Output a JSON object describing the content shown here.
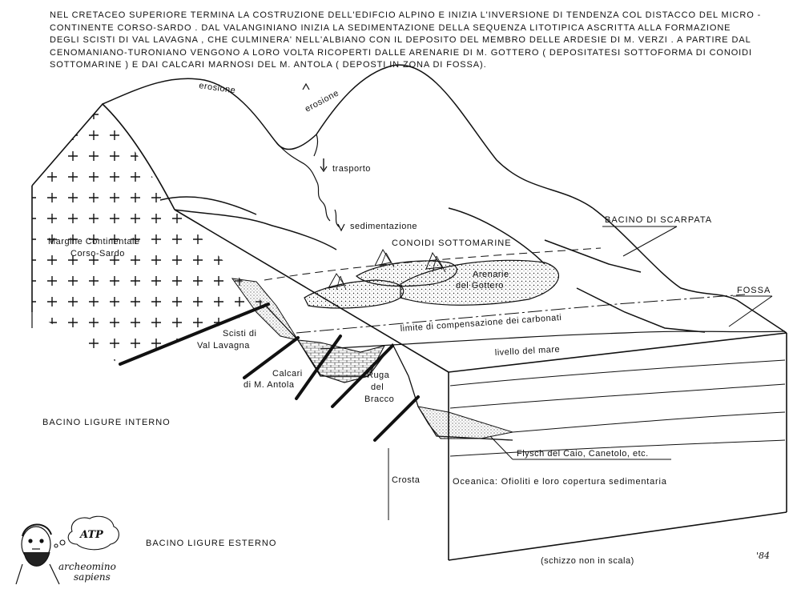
{
  "intro_lines": [
    "NEL CRETACEO SUPERIORE TERMINA LA COSTRUZIONE DELL'EDIFCIO ALPINO E INIZIA  L'INVERSIONE DI TENDENZA COL DISTACCO DEL MICRO -",
    "CONTINENTE CORSO-SARDO .  DAL VALANGINIANO INIZIA LA SEDIMENTAZIONE DELLA SEQUENZA LITOTIPICA ASCRITTA ALLA FORMAZIONE",
    "DEGLI SCISTI  DI VAL LAVAGNA , CHE CULMINERA' NELL'ALBIANO CON IL DEPOSITO DEL MEMBRO DELLE ARDESIE DI M. VERZI . A PARTIRE  DAL",
    "CENOMANIANO-TURONIANO VENGONO A LORO VOLTA RICOPERTI  DALLE ARENARIE DI M. GOTTERO ( DEPOSITATESI SOTTOFORMA  DI  CONOIDI",
    "SOTTOMARINE ) E DAI CALCARI  MARNOSI DEL M. ANTOLA ( DEPOSTI  IN ZONA  DI  FOSSA)."
  ],
  "labels": {
    "erosione_1": "erosione",
    "erosione_2": "erosione",
    "trasporto": "trasporto",
    "sedimentazione": "sedimentazione",
    "conoidi": "CONOIDI  SOTTOMARINE",
    "arenarie_1": "Arenarie",
    "arenarie_2": "del Gottero",
    "margine_1": "Margine Continentale",
    "margine_2": "Corso-Sardo",
    "bacino_scarpata": "BACINO  DI  SCARPATA",
    "fossa": "FOSSA",
    "limite": "limite di compensazione dei carbonati",
    "scisti_1": "Scisti di",
    "scisti_2": "Val Lavagna",
    "livello": "livello   del   mare",
    "calcari_1": "Calcari",
    "calcari_2": "di M. Antola",
    "ruga_1": "Ruga",
    "ruga_2": "del",
    "ruga_3": "Bracco",
    "bacino_interno": "BACINO  LIGURE  INTERNO",
    "flysch": "Flysch del Caio, Canetolo, etc.",
    "crosta": "Crosta",
    "oceanica": "Oceanica:  Ofioliti  e  loro  copertura  sedimentaria",
    "bacino_esterno": "BACINO  LIGURE  ESTERNO",
    "schizzo": "(schizzo  non  in  scala)",
    "signature": "'84",
    "logo_1": "archeomino",
    "logo_2": "sapiens",
    "logo_badge": "ATP"
  }
}
